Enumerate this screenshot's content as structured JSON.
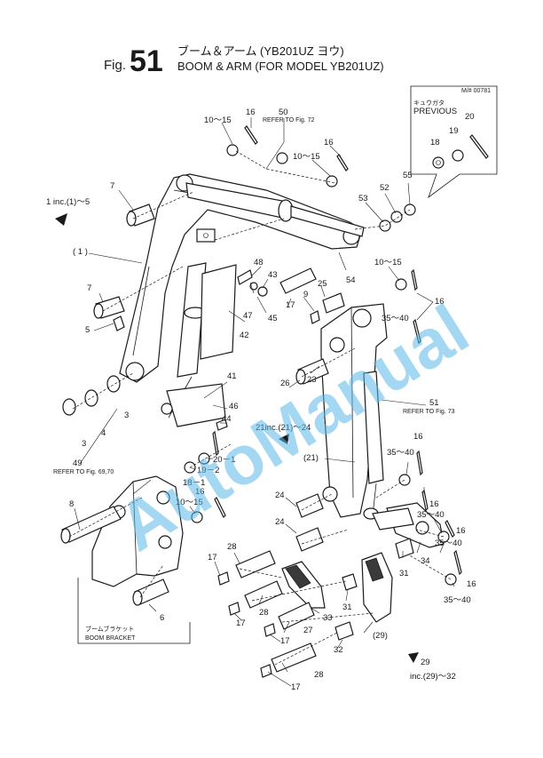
{
  "header": {
    "fig_label": "Fig.",
    "fig_number": "51",
    "title_jp": "ブーム＆アーム (YB201UZ ヨウ)",
    "title_en": "BOOM & ARM (FOR MODEL YB201UZ)"
  },
  "inset": {
    "ref_code": "M/# 00781",
    "label_jp": "キュウガタ",
    "label_en": "PREVIOUS",
    "items": [
      "20",
      "19",
      "18"
    ]
  },
  "watermark": "AutoManual",
  "callouts": {
    "c16a": "16",
    "c10_15a": "10～15",
    "c50": "50",
    "ref72": "REFER TO Fig. 72",
    "c16b": "16",
    "c10_15b": "10～15",
    "c7a": "7",
    "inc1": "1 inc.(1)～5",
    "c53": "53",
    "c52": "52",
    "c55": "55",
    "c1": "( 1 )",
    "c48": "48",
    "c43": "43",
    "c17a": "17",
    "c9": "9",
    "c25": "25",
    "c54": "54",
    "c10_15c": "10～15",
    "c7b": "7",
    "c47": "47",
    "c45": "45",
    "c16c": "16",
    "c35_40a": "35～40",
    "c5": "5",
    "c42": "42",
    "c41": "41",
    "c26": "26",
    "c23": "23",
    "c51": "51",
    "ref73": "REFER TO Fig. 73",
    "c46": "46",
    "c44": "44",
    "c3a": "3",
    "c4": "4",
    "c3b": "3",
    "inc21": "21inc.(21)～24",
    "c21": "(21)",
    "c16d": "16",
    "c35_40b": "35～40",
    "c20_1": "20－1",
    "c19_2": "19－2",
    "c18_1": "18－1",
    "c49": "49",
    "ref6970": "REFER TO Fig. 69,70",
    "c8": "8",
    "c16e": "16",
    "c10_15d": "10～15",
    "c24a": "24",
    "c24b": "24",
    "c16f": "16",
    "c35_40c": "35～40",
    "c16g": "16",
    "c35_40d": "35～40",
    "c34": "34",
    "c28a": "28",
    "c17b": "17",
    "c31a": "31",
    "c16h": "16",
    "c35_40e": "35～40",
    "c28b": "28",
    "c17c": "17",
    "c33": "33",
    "c31b": "31",
    "c6": "6",
    "c27": "27",
    "c17d": "17",
    "c29": "(29)",
    "c32": "32",
    "c28c": "28",
    "c17e": "17",
    "inc29": "inc.(29)～32",
    "c29a": "29",
    "bracket_jp": "ブームブラケット",
    "bracket_en": "BOOM BRACKET"
  }
}
